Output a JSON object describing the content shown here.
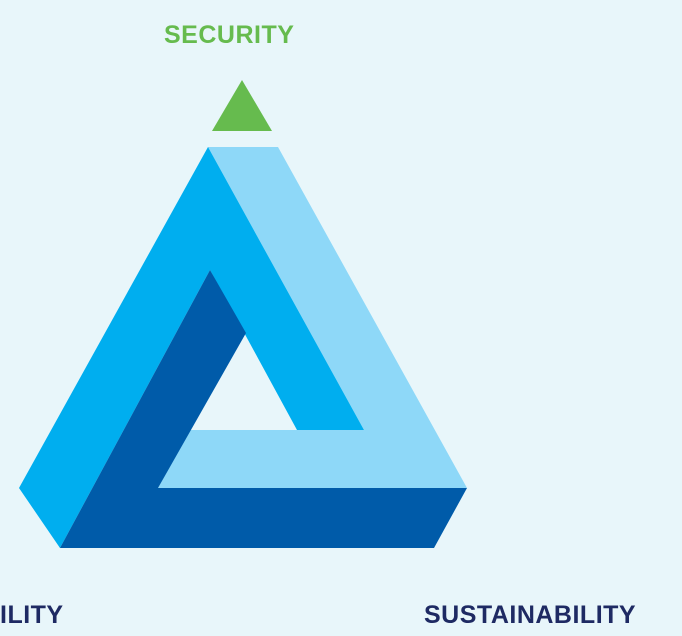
{
  "labels": {
    "top": "SECURITY",
    "left": "ILITY",
    "right": "SUSTAINABILITY"
  },
  "colors": {
    "background": "#e8f6fa",
    "accent_green": "#66bb4e",
    "face_mid_blue": "#00aeef",
    "face_light_blue": "#8ed8f8",
    "face_dark_blue": "#005ba9",
    "label_navy": "#1e2a63"
  },
  "icons": {
    "top_marker": "triangle-up-icon"
  }
}
